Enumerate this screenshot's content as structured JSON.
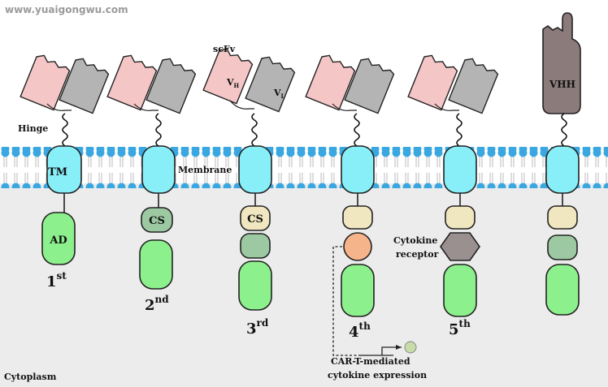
{
  "watermark": "www.yuaigongwu.com",
  "labels": {
    "hinge": "Hinge",
    "tm": "TM",
    "membrane": "Membrane",
    "scfv": "scFv",
    "vh_base": "V",
    "vh_sub": "H",
    "vl_base": "V",
    "vl_sub": "L",
    "ad": "AD",
    "cs_2": "CS",
    "cs_3": "CS",
    "vhh": "VHH",
    "cytokine_receptor_line1": "Cytokine",
    "cytokine_receptor_line2": "receptor",
    "car_t_line1": "CAR-T-mediated",
    "car_t_line2": "cytokine expression",
    "cytoplasm": "Cytoplasm"
  },
  "generations": [
    {
      "num": "1",
      "sup": "st"
    },
    {
      "num": "2",
      "sup": "nd"
    },
    {
      "num": "3",
      "sup": "rd"
    },
    {
      "num": "4",
      "sup": "th"
    },
    {
      "num": "5",
      "sup": "th"
    }
  ],
  "colors": {
    "vh_pink": "#f4c6c6",
    "vl_gray": "#b4b4b4",
    "vhh_brown": "#8c7b7b",
    "tm_cyan": "#88eef7",
    "signal_green": "#8cf08c",
    "cs_dark_green": "#9cc9a2",
    "cs_beige": "#f0e6c0",
    "cytokine_orange": "#f6b48a",
    "receptor_gray": "#9a9090",
    "lipid_blue": "#3aa7e0",
    "cytoplasm_bg": "#ececec"
  }
}
